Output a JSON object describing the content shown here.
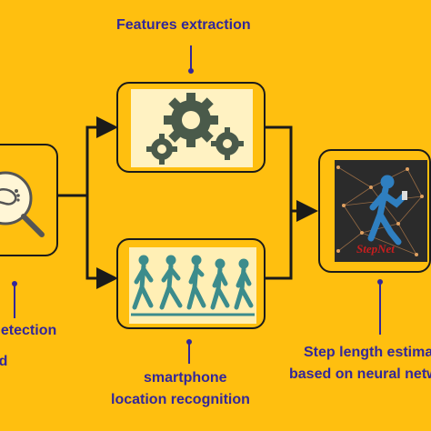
{
  "labels": {
    "features": "Features extraction",
    "step_detection": "Step detection",
    "step_detection_line2": "and",
    "smartphone_line1": "smartphone",
    "smartphone_line2": "location  recognition",
    "step_length_line1": "Step length estimation",
    "step_length_line2": "based on neural network"
  },
  "stepnet_label": "StepNet",
  "colors": {
    "background": "#FFBF0F",
    "label_text": "#33279A",
    "connector": "#1a1a1a",
    "gear": "#4A5A4A",
    "walker": "#3C8C8C",
    "gear_panel": "#FFF2C2",
    "walk_panel": "#FFEFB5",
    "net_panel": "#2B2B2B",
    "stepnet_text": "#C81E1E"
  },
  "icons": [
    "foot-magnifier-icon",
    "gears-icon",
    "walking-silhouettes-icon",
    "neural-walker-icon"
  ]
}
